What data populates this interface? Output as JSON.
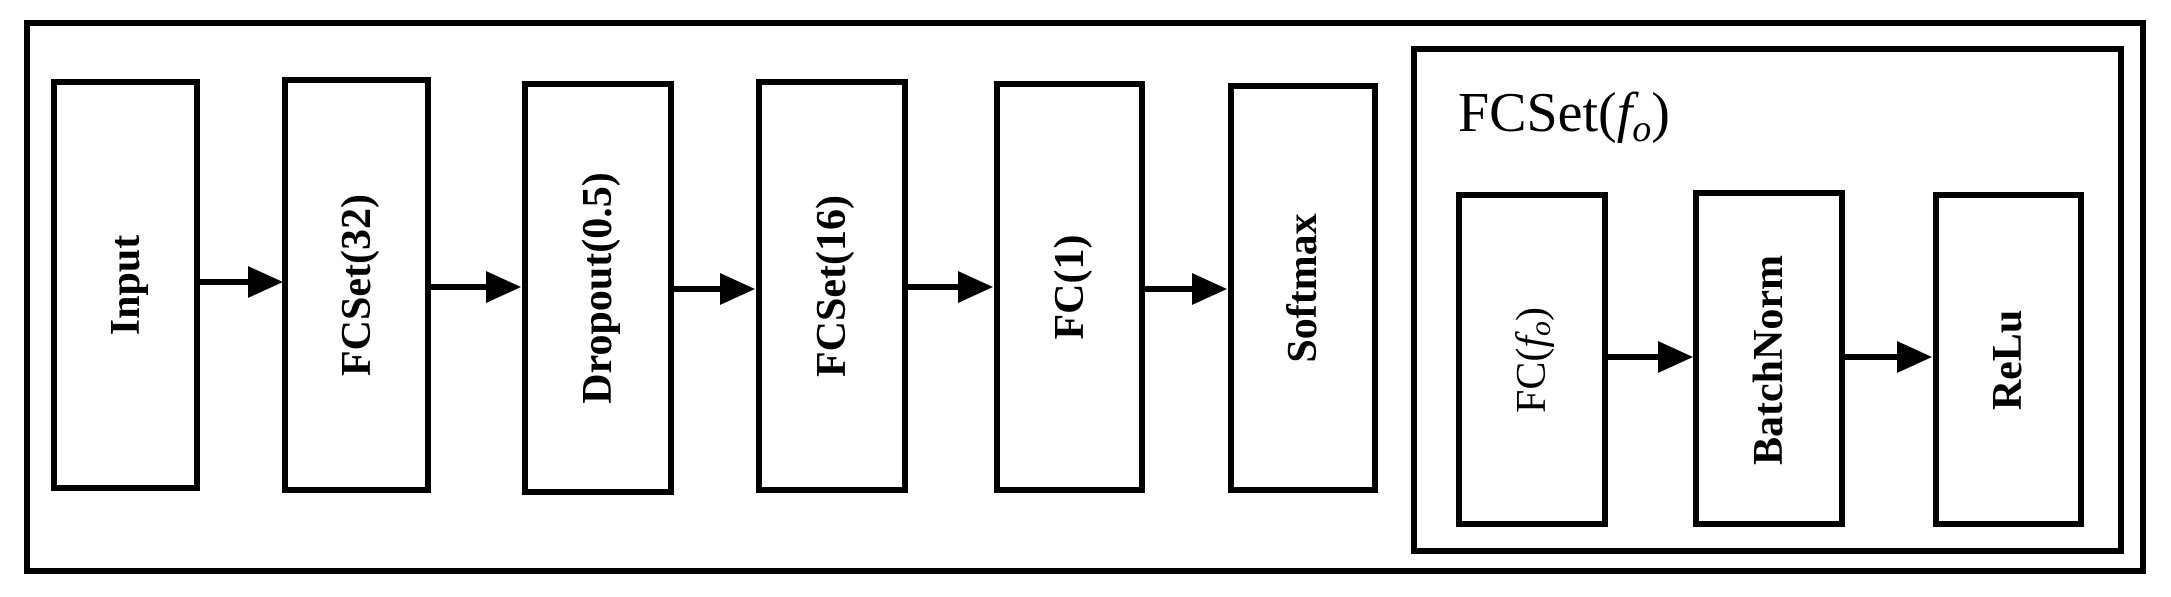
{
  "pipeline": {
    "blocks": [
      {
        "id": "input",
        "label": "Input"
      },
      {
        "id": "fcset32",
        "label": "FCSet(32)"
      },
      {
        "id": "dropout",
        "label": "Dropout(0.5)"
      },
      {
        "id": "fcset16",
        "label": "FCSet(16)"
      },
      {
        "id": "fc1",
        "label": "FC(1)"
      },
      {
        "id": "softmax",
        "label": "Softmax"
      }
    ]
  },
  "fcset_detail": {
    "title_prefix": "FCSet(",
    "title_var": "f",
    "title_sub": "o",
    "title_suffix": ")",
    "blocks": [
      {
        "id": "fc",
        "prefix": "FC(",
        "var": "f",
        "sub": "o",
        "suffix": ")"
      },
      {
        "id": "batchnorm",
        "label": "BatchNorm"
      },
      {
        "id": "relu",
        "label": "ReLu"
      }
    ]
  }
}
